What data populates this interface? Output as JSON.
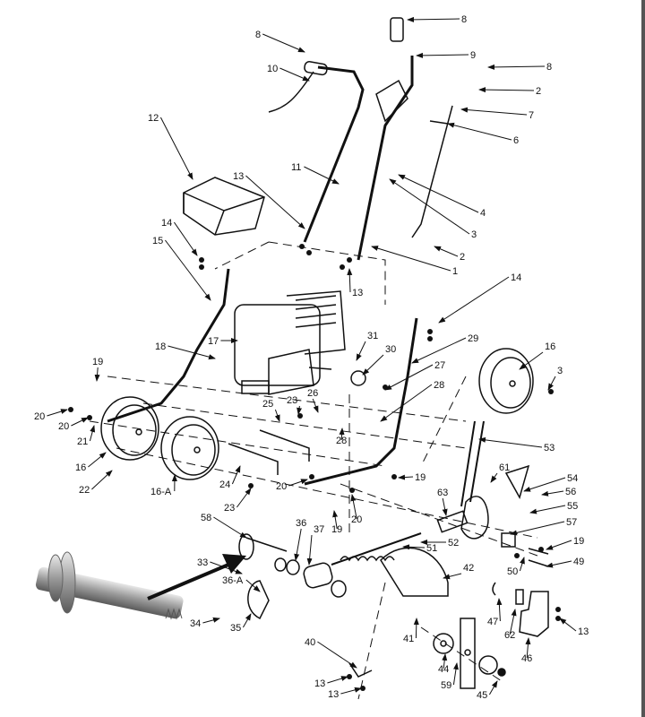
{
  "diagram": {
    "type": "exploded parts diagram",
    "callout_labels": [
      "8",
      "8",
      "9",
      "8",
      "10",
      "2",
      "7",
      "6",
      "12",
      "11",
      "13",
      "4",
      "3",
      "2",
      "14",
      "15",
      "1",
      "13",
      "14",
      "17",
      "18",
      "31",
      "30",
      "29",
      "16",
      "3",
      "27",
      "19",
      "26",
      "23",
      "25",
      "28",
      "28",
      "20",
      "20",
      "21",
      "16",
      "22",
      "16-A",
      "24",
      "20",
      "23",
      "53",
      "19",
      "61",
      "54",
      "56",
      "55",
      "63",
      "20",
      "19",
      "57",
      "58",
      "36",
      "37",
      "52",
      "51",
      "19",
      "33",
      "49",
      "50",
      "42",
      "36-A",
      "34",
      "35",
      "47",
      "41",
      "62",
      "13",
      "40",
      "44",
      "59",
      "46",
      "45",
      "13",
      "13"
    ],
    "colors": {
      "line": "#111111",
      "photo_metal": "#a8a8a8",
      "background": "#ffffff"
    }
  }
}
